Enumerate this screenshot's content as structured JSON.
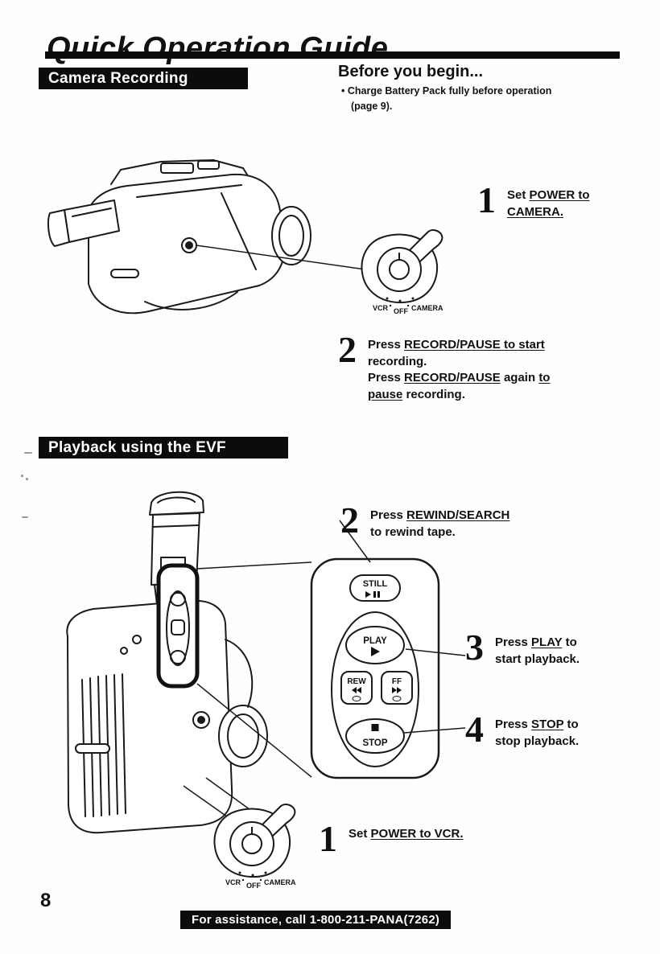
{
  "page": {
    "title": "Quick Operation Guide",
    "page_number": "8",
    "footer_text": "For assistance, call 1-800-211-PANA(7262)"
  },
  "camera_recording": {
    "header": "Camera Recording",
    "before_title": "Before you begin...",
    "before_bullet": "• Charge Battery Pack fully before operation",
    "before_bullet_cont": "(page 9).",
    "step1_num": "1",
    "step1_pre": "Set ",
    "step1_u1": "POWER to",
    "step1_u2": "CAMERA.",
    "step2_num": "2",
    "step2_l1_pre": "Press ",
    "step2_l1_u": "RECORD/PAUSE to start",
    "step2_l2": "recording.",
    "step2_l3_pre": "Press ",
    "step2_l3_u": "RECORD/PAUSE",
    "step2_l3_mid": " again ",
    "step2_l3_u2": "to",
    "step2_l4_u": "pause",
    "step2_l4_post": " recording."
  },
  "power_dial": {
    "vcr": "VCR",
    "off": "OFF",
    "camera": "CAMERA"
  },
  "playback": {
    "header": "Playback using the EVF",
    "step2_num": "2",
    "step2_pre": "Press ",
    "step2_u": "REWIND/SEARCH",
    "step2_l2": "to rewind tape.",
    "step3_num": "3",
    "step3_pre": "Press ",
    "step3_u": "PLAY",
    "step3_post": " to",
    "step3_l2": "start playback.",
    "step4_num": "4",
    "step4_pre": "Press ",
    "step4_u": "STOP",
    "step4_post": " to",
    "step4_l2": "stop playback.",
    "step1_num": "1",
    "step1_pre": "Set ",
    "step1_u": "POWER to VCR.",
    "buttons": {
      "still": "STILL",
      "play": "PLAY",
      "rew": "REW",
      "ff": "FF",
      "stop": "STOP"
    }
  }
}
